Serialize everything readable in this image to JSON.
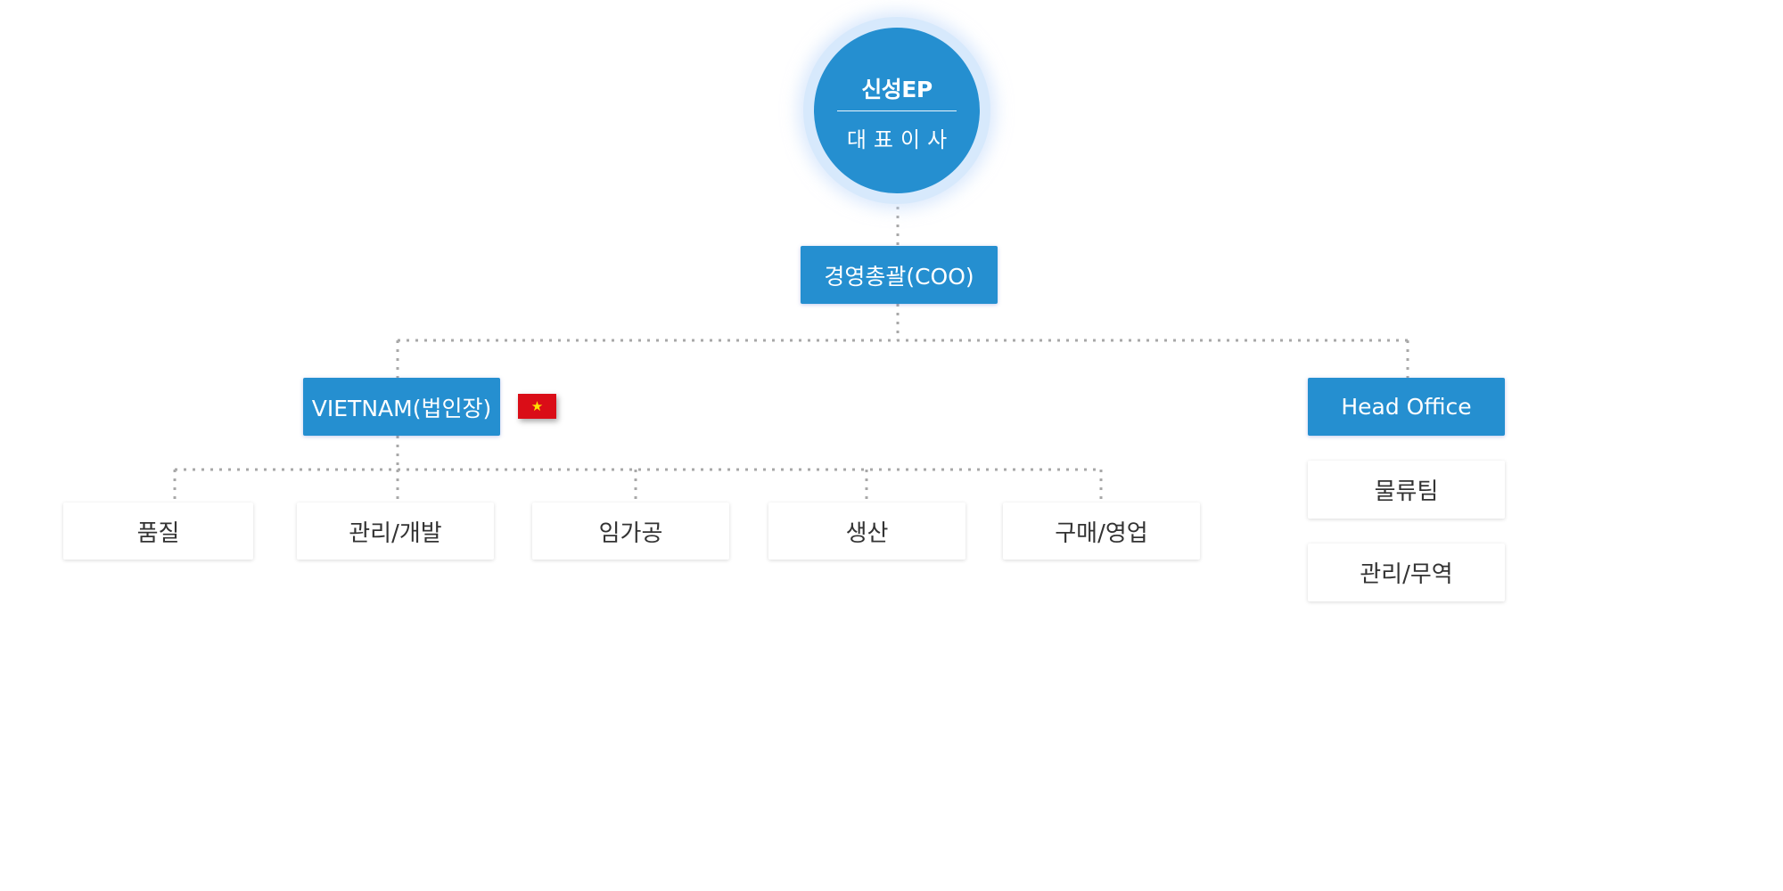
{
  "ceo": {
    "company": "신성EP",
    "title": "대표이사"
  },
  "coo": {
    "label": "경영총괄(COO)"
  },
  "branches": {
    "vietnam": {
      "label": "VIETNAM(법인장)",
      "flag_icon": "vietnam-flag-icon",
      "flag_glyph": "★",
      "departments": [
        "품질",
        "관리/개발",
        "임가공",
        "생산",
        "구매/영업"
      ]
    },
    "head_office": {
      "label": "Head Office",
      "departments": [
        "물류팀",
        "관리/무역"
      ]
    }
  },
  "colors": {
    "primary": "#258fd0",
    "halo": "#d7e9fc",
    "connector": "#a8a8a8",
    "text_dark": "#333333",
    "flag_red": "#da0d17",
    "flag_star": "#ffe000"
  }
}
